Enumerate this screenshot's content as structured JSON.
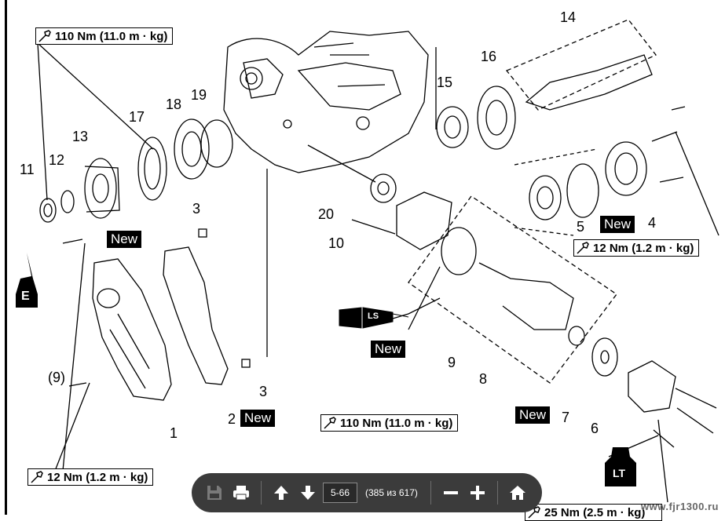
{
  "callouts": {
    "n1": "1",
    "n2": "2",
    "n3a": "3",
    "n3b": "3",
    "n4": "4",
    "n5": "5",
    "n6": "6",
    "n7": "7",
    "n8": "8",
    "n9paren": "(9)",
    "n9": "9",
    "n10": "10",
    "n11": "11",
    "n12": "12",
    "n13": "13",
    "n14": "14",
    "n15": "15",
    "n16": "16",
    "n17": "17",
    "n18": "18",
    "n19": "19",
    "n20": "20"
  },
  "torque": {
    "top_left": "110 Nm (11.0 m · kg)",
    "right": "12 Nm (1.2 m · kg)",
    "bottom_mid": "110 Nm (11.0 m · kg)",
    "bottom_left": "12 Nm (1.2 m · kg)",
    "bottom_right_partial": "25 Nm (2.5 m · kg)"
  },
  "new_label": "New",
  "symbols": {
    "engine_oil": "E",
    "lithium_grease": "LS",
    "locktite": "LT"
  },
  "toolbar": {
    "page_value": "5-66",
    "page_count": "(385 из 617)"
  },
  "watermark": "www.fjr1300.ru",
  "colors": {
    "toolbar_bg": "#3b3b3b",
    "icon_disabled": "#7a7a7a",
    "icon_active": "#ffffff"
  }
}
